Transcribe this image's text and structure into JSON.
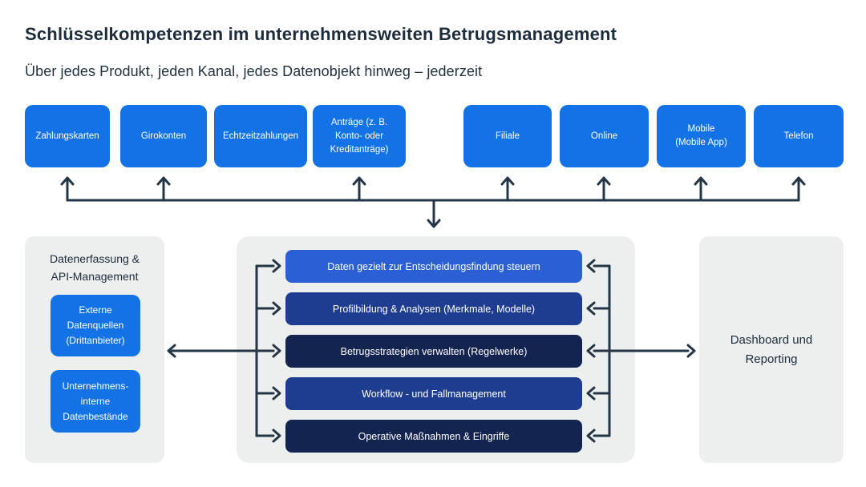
{
  "header": {
    "title": "Schlüsselkompetenzen im unternehmensweiten Betrugsmanagement",
    "subtitle": "Über jedes Produkt, jeden Kanal, jedes Datenobjekt hinweg – jederzeit"
  },
  "top_boxes": [
    {
      "label": "Zahlungskarten"
    },
    {
      "label": "Girokonten"
    },
    {
      "label": "Echtzeitzahlungen"
    },
    {
      "label": "Anträge (z. B.\nKonto- oder\nKreditanträge)"
    },
    {
      "label": "Filiale"
    },
    {
      "label": "Online"
    },
    {
      "label": "Mobile\n(Mobile App)"
    },
    {
      "label": "Telefon"
    }
  ],
  "left_panel": {
    "title": "Datenerfassung &\nAPI-Management",
    "boxes": [
      {
        "label": "Externe\nDatenquellen\n(Drittanbieter)"
      },
      {
        "label": "Unternehmens-\ninterne\nDatenbestände"
      }
    ]
  },
  "center_panel": {
    "rows": [
      {
        "label": "Daten gezielt zur Entscheidungsfindung steuern"
      },
      {
        "label": "Profilbildung & Analysen (Merkmale, Modelle)"
      },
      {
        "label": "Betrugsstrategien verwalten (Regelwerke)"
      },
      {
        "label": "Workflow - und Fallmanagement"
      },
      {
        "label": "Operative Maßnahmen & Eingriffe"
      }
    ]
  },
  "right_panel": {
    "label": "Dashboard und\nReporting"
  },
  "colors": {
    "primary_blue": "#1373e6",
    "royal_blue": "#2a60d4",
    "indigo_blue": "#1e3d90",
    "navy_blue": "#142450",
    "panel_gray": "#edefef",
    "arrow": "#243645",
    "heading_text": "#1d2c3b",
    "background": "#ffffff"
  }
}
